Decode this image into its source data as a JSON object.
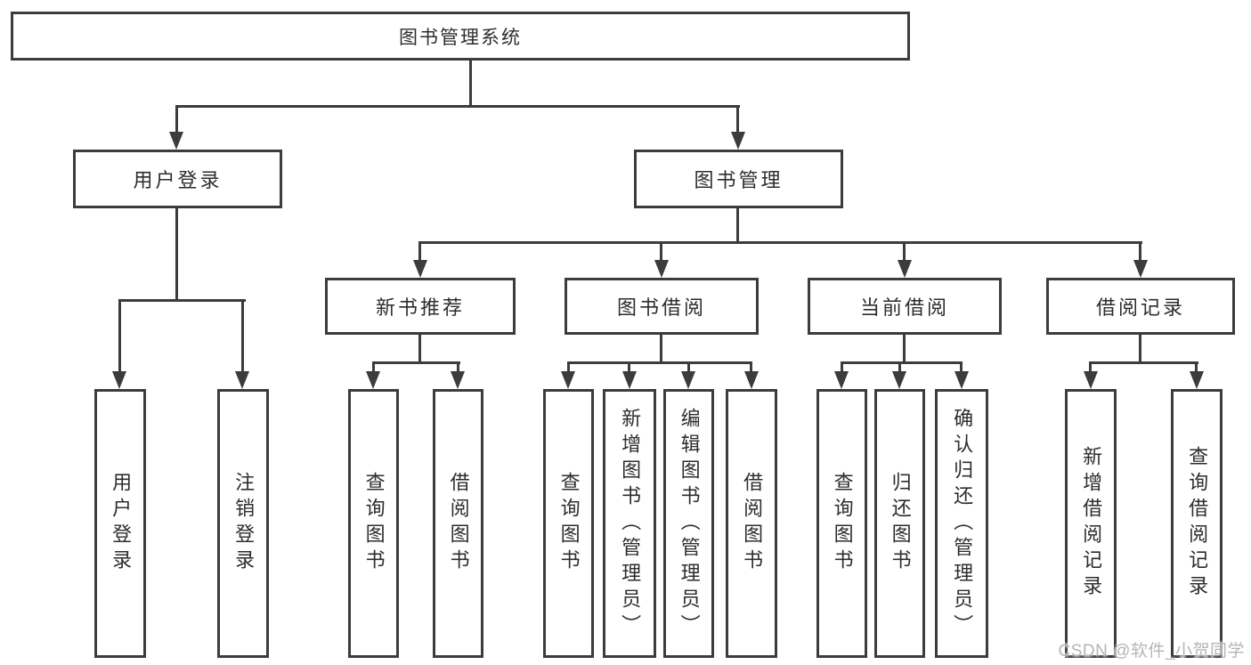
{
  "diagram": {
    "root_label": "图书管理系统",
    "branches": [
      {
        "label": "用户登录",
        "leaves": [
          "用户登录",
          "注销登录"
        ]
      },
      {
        "label": "图书管理",
        "children": [
          {
            "label": "新书推荐",
            "leaves": [
              "查询图书",
              "借阅图书"
            ]
          },
          {
            "label": "图书借阅",
            "leaves": [
              "查询图书",
              "新增图书（管理员）",
              "编辑图书（管理员）",
              "借阅图书"
            ]
          },
          {
            "label": "当前借阅",
            "leaves": [
              "查询图书",
              "归还图书",
              "确认归还（管理员）"
            ]
          },
          {
            "label": "借阅记录",
            "leaves": [
              "新增借阅记录",
              "查询借阅记录"
            ]
          }
        ]
      }
    ]
  },
  "watermark": "CSDN @软件_小贺同学",
  "colors": {
    "line": "#3c3c3c",
    "text": "#2d2d2d",
    "watermark": "#b5b5b5",
    "background": "#ffffff"
  }
}
